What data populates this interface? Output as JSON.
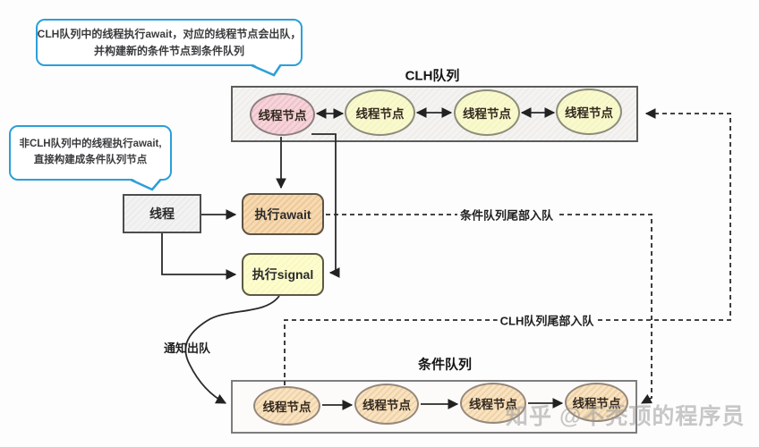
{
  "bubbles": {
    "clh_await": {
      "line1": "CLH队列中的线程执行await，对应的线程节点会出队，",
      "line2": "并构建新的条件节点到条件队列"
    },
    "non_clh_await": {
      "line1": "非CLH队列中的线程执行await,",
      "line2": "直接构建成条件队列节点"
    }
  },
  "clh_queue": {
    "title": "CLH队列",
    "nodes": [
      "线程节点",
      "线程节点",
      "线程节点",
      "线程节点"
    ]
  },
  "condition_queue": {
    "title": "条件队列",
    "nodes": [
      "线程节点",
      "线程节点",
      "线程节点",
      "线程节点"
    ]
  },
  "process": {
    "thread": "线程",
    "await": "执行await",
    "signal": "执行signal"
  },
  "edge_labels": {
    "condition_tail_enqueue": "条件队列尾部入队",
    "clh_tail_enqueue": "CLH队列尾部入队",
    "notify_dequeue": "通知出队"
  },
  "watermark": "知乎 @不秃顶的程序员",
  "colors": {
    "bubble_border": "#2b9fd9",
    "line": "#2a2a2a",
    "clh_head_node_fill": "#f1cbd3",
    "clh_node_fill": "#f6f6c4",
    "condition_node_fill": "#f4dab4",
    "await_box_fill": "#f2d2a6",
    "signal_box_fill": "#f9f9c4"
  }
}
